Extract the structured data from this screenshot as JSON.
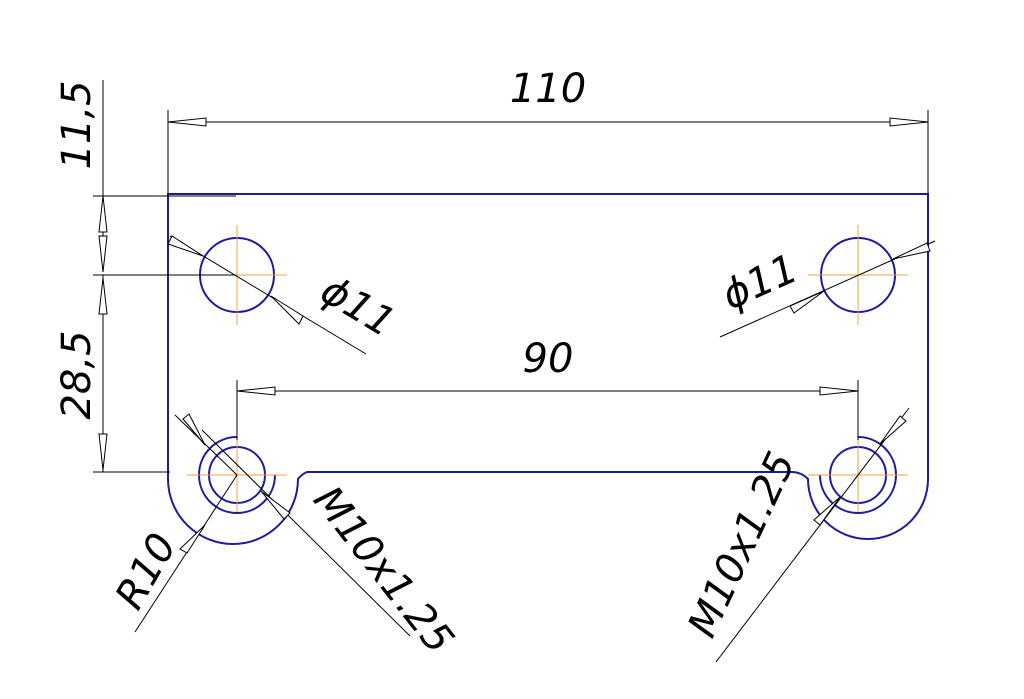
{
  "colors": {
    "contour": "#1c1c9c",
    "centerline": "#f0a040",
    "dimension": "#000000"
  },
  "dimensions": {
    "overall_width": "110",
    "top_offset": "11,5",
    "hole_spacing_vertical": "28,5",
    "hole_spacing_horizontal": "90",
    "hole_diameter_left": "ϕ11",
    "hole_diameter_right": "ϕ11",
    "radius": "R10",
    "thread_left": "M10x1.25",
    "thread_right": "M10x1.25"
  }
}
